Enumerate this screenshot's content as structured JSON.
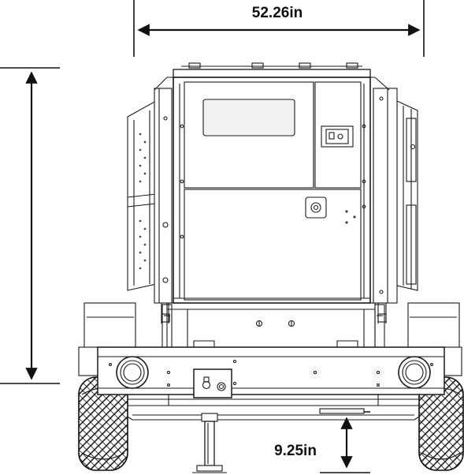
{
  "dimensions": {
    "width_label": "52.26in",
    "ground_clearance_label": "9.25in",
    "height_label": ""
  },
  "colors": {
    "line": "#1a1a1a",
    "body_fill": "#ffffff",
    "panel_shade": "#f2f2f2",
    "tire": "#3a3a3a"
  },
  "icons": {
    "arrow": "double-headed-dimension-arrow",
    "door_lock": "door-lock-icon",
    "tire_tread": "tire-tread-icon"
  }
}
